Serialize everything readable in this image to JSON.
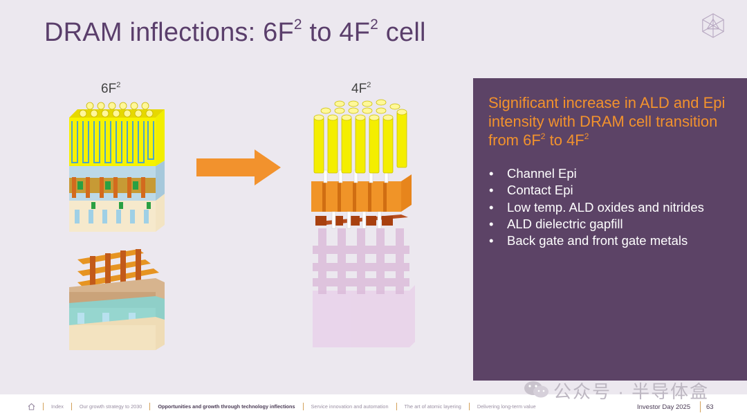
{
  "slide": {
    "title": {
      "text": "DRAM inflections: 6F",
      "exp1": "2",
      "mid": " to 4F",
      "exp2": "2",
      "end": " cell"
    }
  },
  "left_label": {
    "text": "6F",
    "exp": "2"
  },
  "right_label": {
    "text": "4F",
    "exp": "2"
  },
  "colors": {
    "accent_orange": "#f2922d",
    "panel_purple": "#5c4366",
    "title_purple": "#5a3e6b",
    "background": "#ece8ef"
  },
  "panel": {
    "heading_main": "Significant increase in ALD and Epi intensity with DRAM cell transition from 6F",
    "heading_exp1": "2",
    "heading_mid": " to 4F",
    "heading_exp2": "2",
    "bullets": [
      "Channel Epi",
      "Contact Epi",
      "Low temp. ALD oxides and nitrides",
      "ALD dielectric gapfill",
      "Back gate and front gate metals"
    ]
  },
  "footer": {
    "nav": [
      "Index",
      "Our growth strategy to 2030",
      "Opportunities and growth through technology inflections",
      "Service innovation and automation",
      "The art of atomic layering",
      "Delivering long-term value"
    ],
    "event": "Investor Day 2025",
    "page": "63"
  },
  "watermark": "公众号 · 半导体盒",
  "icons": [
    "logo-icon",
    "arrow-right-icon",
    "home-icon",
    "wechat-icon"
  ]
}
